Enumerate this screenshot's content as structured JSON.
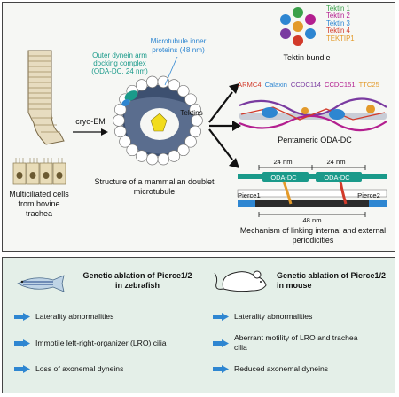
{
  "colors": {
    "teal": "#1a9a8a",
    "blue": "#2e86d1",
    "yellow": "#f2dc1c",
    "navy": "#2b3a55",
    "magenta": "#b31f8f",
    "purple": "#7a3ba0",
    "red": "#d23a2a",
    "orange": "#e39a2a",
    "green": "#3aa04a"
  },
  "left": {
    "cells_label": "Multiciliated cells from bovine trachea",
    "method_label": "cryo-EM"
  },
  "center": {
    "odadc_label": "Outer dynein arm docking complex (ODA-DC, 24 nm)",
    "mip_label": "Microtubule inner proteins (48 nm)",
    "tektins_label": "Tektins",
    "structure_caption": "Structure of a mammalian doublet microtubule"
  },
  "right": {
    "tektin_bundle_title": "Tektin bundle",
    "tektin_legend": [
      {
        "name": "Tektin 1",
        "color": "#3aa04a"
      },
      {
        "name": "Tektin 2",
        "color": "#b31f8f"
      },
      {
        "name": "Tektin 3",
        "color": "#2e86d1"
      },
      {
        "name": "Tektin 4",
        "color": "#d23a2a"
      },
      {
        "name": "TEKTIP1",
        "color": "#e39a2a"
      }
    ],
    "odadc_proteins": [
      {
        "name": "ARMC4",
        "color": "#d23a2a"
      },
      {
        "name": "Calaxin",
        "color": "#2e86d1"
      },
      {
        "name": "CCDC114",
        "color": "#7a3ba0"
      },
      {
        "name": "CCDC151",
        "color": "#b31f8f"
      },
      {
        "name": "TTC25",
        "color": "#e39a2a"
      }
    ],
    "pentameric_title": "Pentameric ODA-DC",
    "period_24": "24 nm",
    "period_48": "48 nm",
    "odadc_box": "ODA-DC",
    "pierce1": "Pierce1",
    "pierce2": "Pierce2",
    "mechanism_caption": "Mechanism of linking internal and external periodicities"
  },
  "bottom": {
    "zebrafish_title": "Genetic ablation of Pierce1/2 in zebrafish",
    "mouse_title": "Genetic ablation of Pierce1/2 in mouse",
    "zebrafish_findings": [
      "Laterality abnormalities",
      "Immotile left-right-organizer (LRO) cilia",
      "Loss of axonemal dyneins"
    ],
    "mouse_findings": [
      "Laterality abnormalities",
      "Aberrant motility of LRO and trachea cilia",
      "Reduced axonemal dyneins"
    ]
  }
}
